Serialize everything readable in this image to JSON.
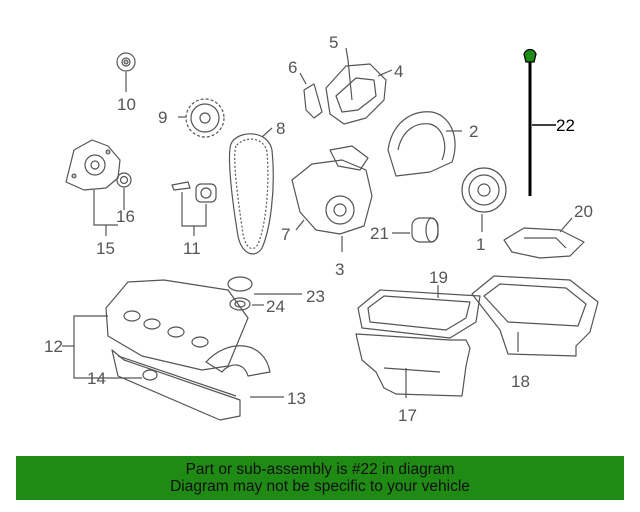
{
  "diagram": {
    "highlight_color": "#1f8a14",
    "callouts": {
      "c1": "1",
      "c2": "2",
      "c3": "3",
      "c4": "4",
      "c5": "5",
      "c6": "6",
      "c7": "7",
      "c8": "8",
      "c9": "9",
      "c10": "10",
      "c11": "11",
      "c12": "12",
      "c13": "13",
      "c14": "14",
      "c15": "15",
      "c16": "16",
      "c17": "17",
      "c18": "18",
      "c19": "19",
      "c20": "20",
      "c21": "21",
      "c22": "22",
      "c23": "23",
      "c24": "24"
    }
  },
  "banner": {
    "line1": "Part or sub-assembly is #22 in diagram",
    "line2": "Diagram may not be specific to your vehicle",
    "bg_color": "#1f8a14"
  }
}
